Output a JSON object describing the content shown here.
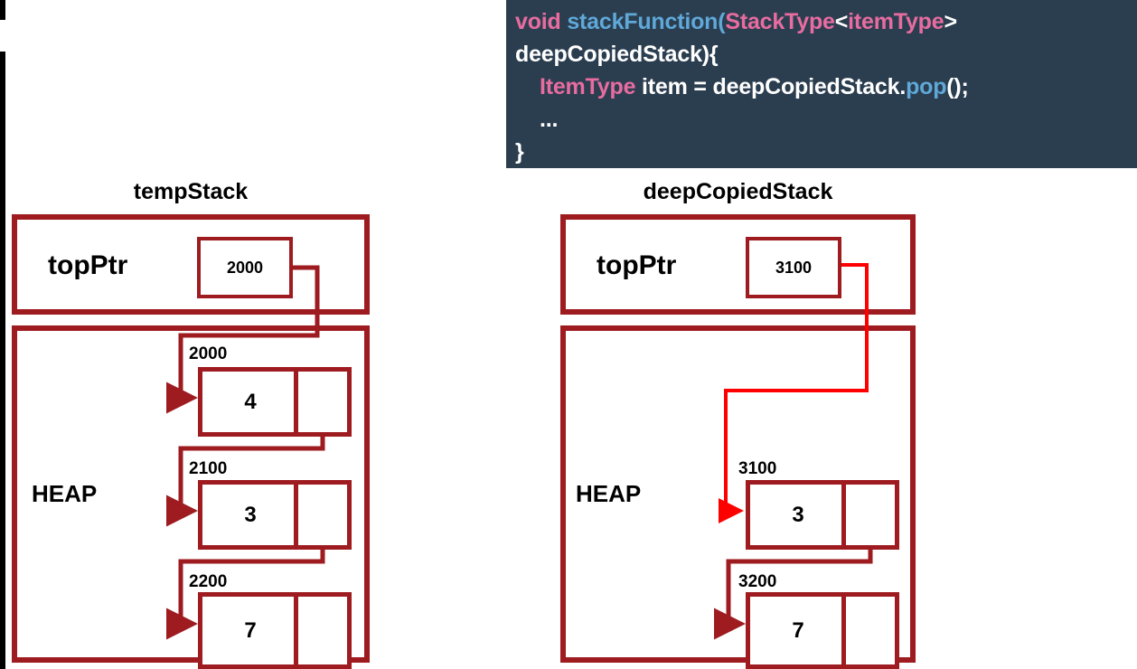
{
  "code": {
    "lines": [
      [
        {
          "t": "void ",
          "c": "kw"
        },
        {
          "t": "stackFunction",
          "c": "fn"
        },
        {
          "t": "(",
          "c": "fn"
        },
        {
          "t": "StackType",
          "c": "ty"
        },
        {
          "t": "<itemType>",
          "c": "pl"
        }
      ],
      [
        {
          "t": "deepCopiedStack){",
          "c": "pl"
        }
      ],
      [
        {
          "t": "    ",
          "c": "pl"
        },
        {
          "t": "ItemType",
          "c": "ty"
        },
        {
          "t": " item = deepCopiedStack.",
          "c": "pl"
        },
        {
          "t": "pop",
          "c": "mth"
        },
        {
          "t": "();",
          "c": "pl"
        }
      ],
      [
        {
          "t": "    ...",
          "c": "pl"
        }
      ],
      [
        {
          "t": "}",
          "c": "pl"
        }
      ]
    ],
    "raw": "void stackFunction(StackType<itemType>\ndeepCopiedStack){\n    ItemType item = deepCopiedStack.pop();\n    ...\n}",
    "bg": "#2b3e50",
    "keyword_color": "#e86ca0",
    "function_color": "#5fa8d8",
    "plain_color": "#ffffff"
  },
  "colors": {
    "dark_red": "#9e1b20",
    "bright_red": "#ff0000",
    "text": "#000000"
  },
  "diagrams": [
    {
      "id": "temp-stack",
      "title": "tempStack",
      "ptr_label": "topPtr",
      "ptr_value": "2000",
      "heap_label": "HEAP",
      "pointer_color": "#9e1b20",
      "nodes": [
        {
          "address": "2000",
          "value": "4"
        },
        {
          "address": "2100",
          "value": "3"
        },
        {
          "address": "2200",
          "value": "7"
        }
      ]
    },
    {
      "id": "deep-copied-stack",
      "title": "deepCopiedStack",
      "ptr_label": "topPtr",
      "ptr_value": "3100",
      "heap_label": "HEAP",
      "pointer_color": "#ff0000",
      "nodes": [
        {
          "address": "3100",
          "value": "3"
        },
        {
          "address": "3200",
          "value": "7"
        }
      ]
    }
  ]
}
